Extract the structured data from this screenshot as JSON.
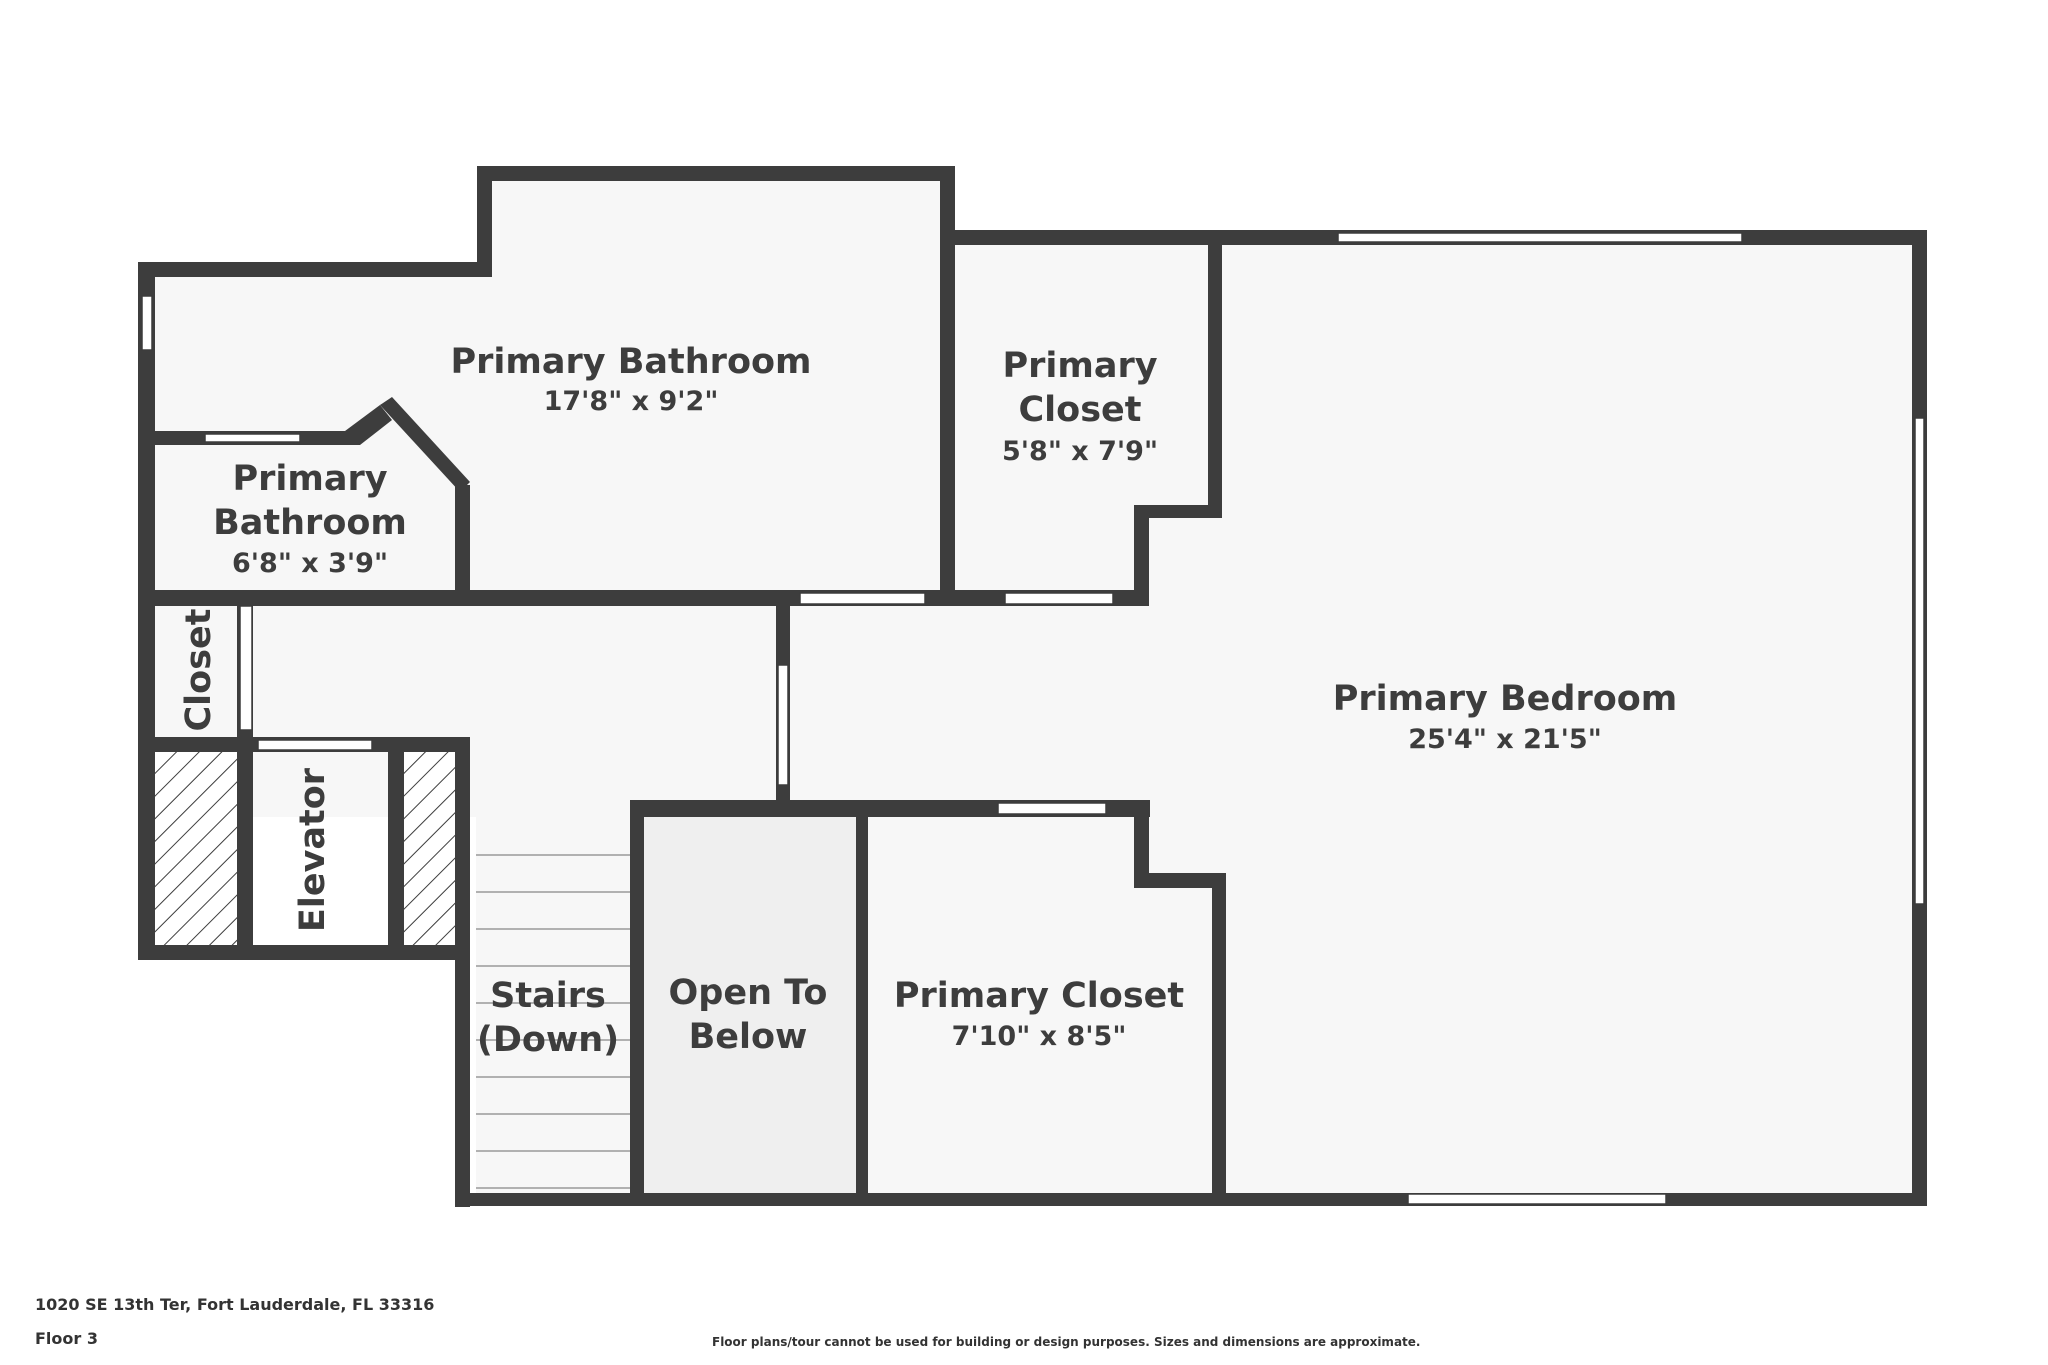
{
  "rooms": {
    "primary_bathroom_large": {
      "name": "Primary Bathroom",
      "dimensions": "17'8\" x 9'2\""
    },
    "primary_closet_top": {
      "name_line1": "Primary",
      "name_line2": "Closet",
      "dimensions": "5'8\" x 7'9\""
    },
    "primary_bathroom_small": {
      "name_line1": "Primary",
      "name_line2": "Bathroom",
      "dimensions": "6'8\" x 3'9\""
    },
    "closet": {
      "name": "Closet"
    },
    "elevator": {
      "name": "Elevator"
    },
    "stairs": {
      "name_line1": "Stairs",
      "name_line2": "(Down)"
    },
    "open_to_below": {
      "name_line1": "Open To",
      "name_line2": "Below"
    },
    "primary_closet_bottom": {
      "name": "Primary Closet",
      "dimensions": "7'10\" x 8'5\""
    },
    "primary_bedroom": {
      "name": "Primary Bedroom",
      "dimensions": "25'4\" x 21'5\""
    }
  },
  "footer": {
    "address": "1020 SE 13th Ter, Fort Lauderdale, FL 33316",
    "floor": "Floor 3",
    "disclaimer": "Floor plans/tour cannot be used for building or design purposes. Sizes and dimensions are approximate."
  },
  "colors": {
    "wall": "#3d3d3d",
    "floor": "#f7f7f7",
    "open_below": "#efefef",
    "text": "#3d3d3d"
  }
}
